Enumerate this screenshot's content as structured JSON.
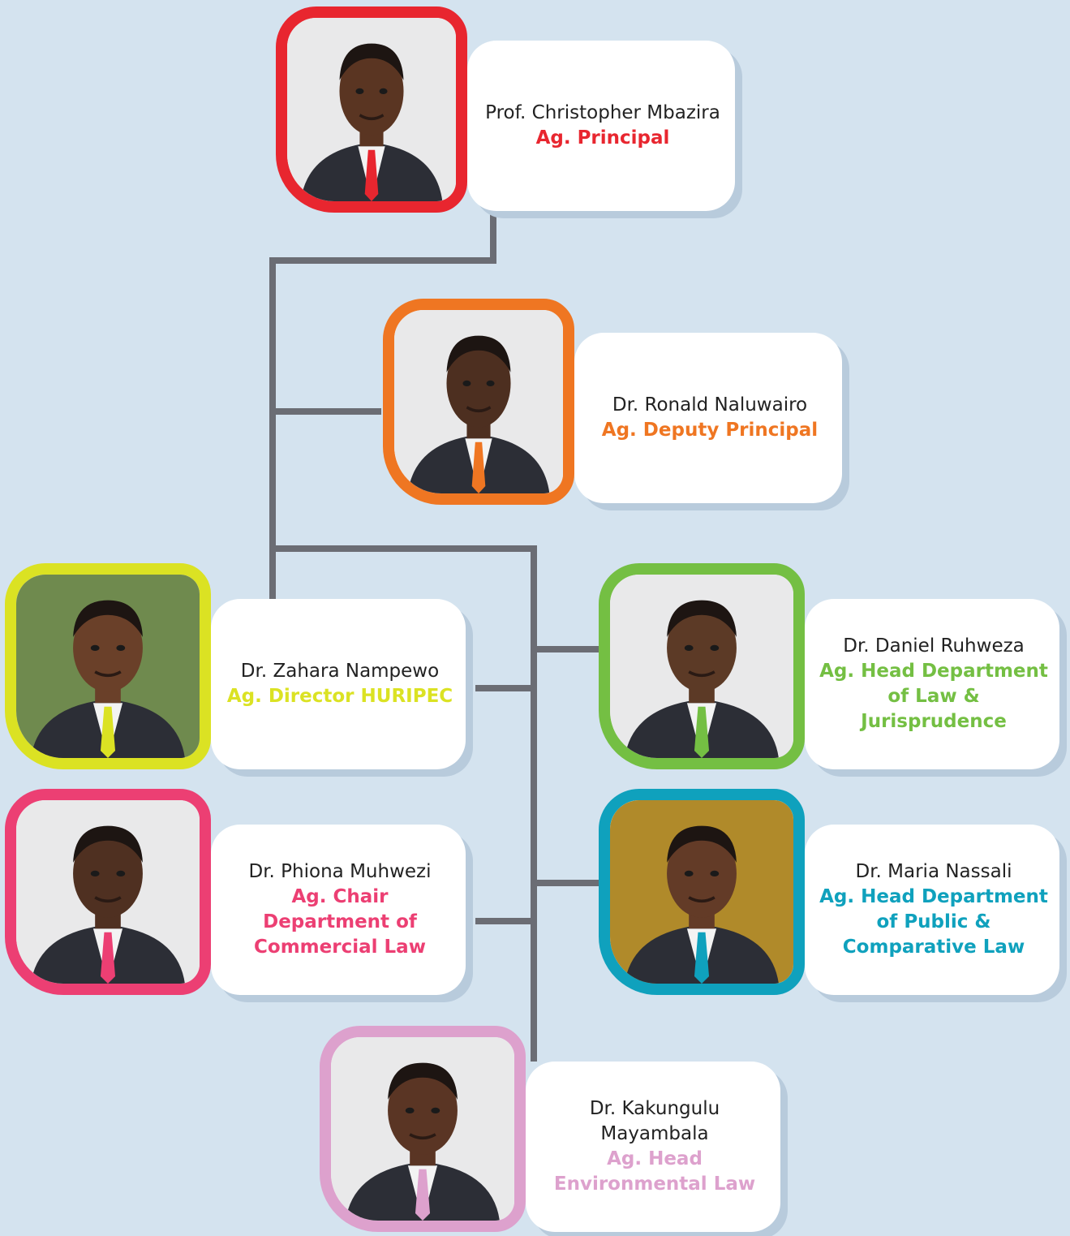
{
  "people": [
    {
      "id": "principal",
      "name": "Prof. Christopher Mbazira",
      "role": "Ag. Principal",
      "color": "#e8262f",
      "photo": "portrait-man-suit-red-tie"
    },
    {
      "id": "deputy",
      "name": "Dr. Ronald Naluwairo",
      "role": "Ag. Deputy Principal",
      "color": "#ef7622",
      "photo": "portrait-man-glasses"
    },
    {
      "id": "huripec",
      "name": "Dr. Zahara Nampewo",
      "role": "Ag. Director HURIPEC",
      "color": "#dbe223",
      "photo": "portrait-woman-headwrap"
    },
    {
      "id": "jurisprudence",
      "name": "Dr. Daniel Ruhweza",
      "role": "Ag. Head Department of Law & Jurisprudence",
      "color": "#74bf43",
      "photo": "portrait-man-smiling-blue-tie"
    },
    {
      "id": "commercial",
      "name": "Dr. Phiona Muhwezi",
      "role": "Ag. Chair Department of Commercial Law",
      "color": "#ec3f73",
      "photo": "portrait-woman"
    },
    {
      "id": "public",
      "name": "Dr. Maria Nassali",
      "role": "Ag. Head Department of Public & Comparative Law",
      "color": "#0fa1bd",
      "photo": "portrait-woman-glasses-braids"
    },
    {
      "id": "environmental",
      "name": "Dr. Kakungulu Mayambala",
      "role": "Ag. Head Environmental Law",
      "color": "#dda1cd",
      "photo": "portrait-man-glasses-red-tie"
    }
  ]
}
